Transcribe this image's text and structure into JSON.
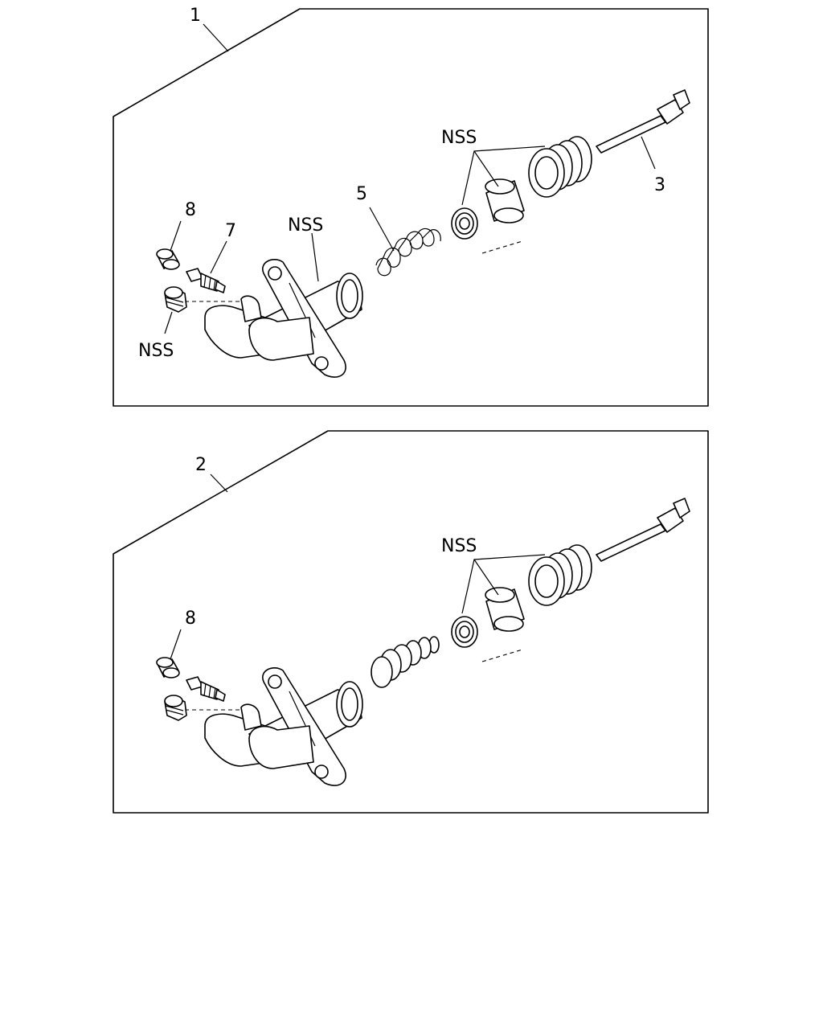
{
  "diagram": {
    "panel_1": {
      "callout": "1",
      "labels": {
        "nss_piston": "NSS",
        "push_rod": "3",
        "spring": "5",
        "dust_cap": "8",
        "bleeder": "7",
        "nss_body": "NSS",
        "nss_plug": "NSS"
      }
    },
    "panel_2": {
      "callout": "2",
      "labels": {
        "nss_piston": "NSS",
        "dust_cap": "8"
      }
    }
  }
}
